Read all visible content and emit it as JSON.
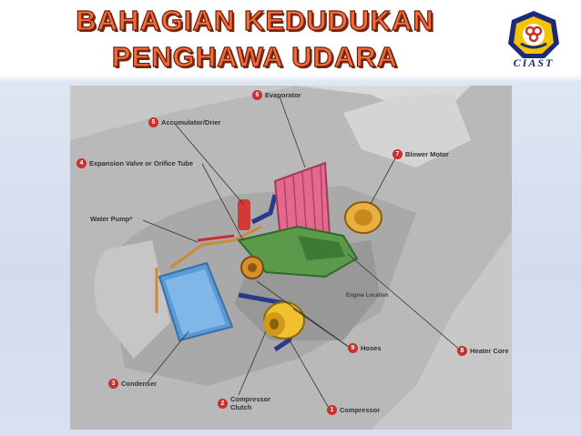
{
  "slide": {
    "title_line1": "BAHAGIAN KEDUDUKAN",
    "title_line2": "PENGHAWA UDARA",
    "logo_text": "CIAST"
  },
  "diagram": {
    "labels": {
      "evaporator": {
        "num": "6",
        "text": "Evaporator"
      },
      "accumulator": {
        "num": "5",
        "text": "Accumulator/Drier"
      },
      "expansion": {
        "num": "4",
        "text": "Expansion Valve or Orifice Tube"
      },
      "blower": {
        "num": "7",
        "text": "Blower Motor"
      },
      "water_pump": {
        "text": "Water Pump*"
      },
      "engine_location": {
        "text": "Engine Location"
      },
      "hoses": {
        "num": "9",
        "text": "Hoses"
      },
      "heater_core": {
        "num": "8",
        "text": "Heater Core"
      },
      "condenser": {
        "num": "3",
        "text": "Condenser"
      },
      "compressor_clutch": {
        "num": "2",
        "text": "Compressor",
        "text2": "Clutch"
      },
      "compressor": {
        "num": "1",
        "text": "Compressor"
      }
    }
  }
}
